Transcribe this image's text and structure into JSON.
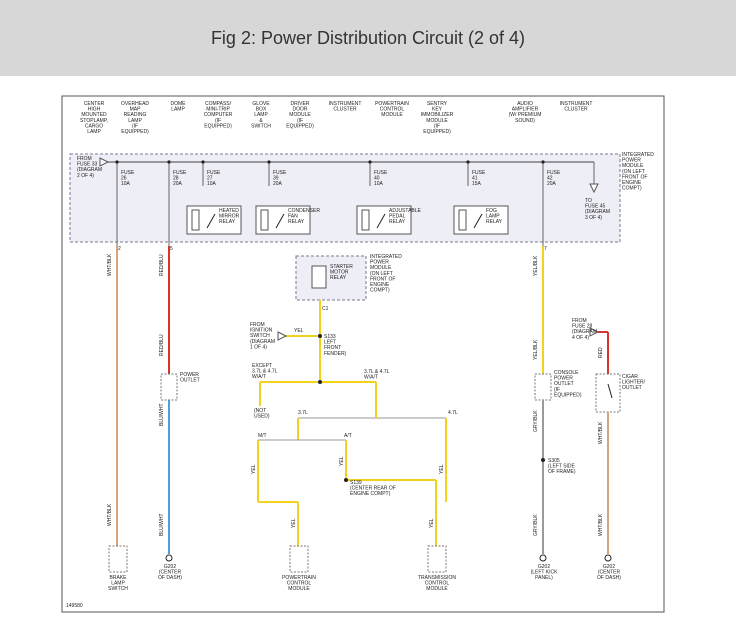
{
  "header": {
    "title": "Fig 2: Power Distribution Circuit (2 of 4)"
  },
  "colors": {
    "header_bg": "#d7d7d7",
    "wire_yellow": "#f2d21a",
    "wire_red": "#d9342b",
    "wire_tan": "#d8a37a",
    "wire_blue": "#4aa0d8",
    "wire_gray": "#9a9a9a",
    "wire_purple": "#b06ad0",
    "box_fill": "#eeeef6",
    "dash": "#7a7a90"
  },
  "top_labels": [
    {
      "id": "stoplamp",
      "lines": [
        "CENTER",
        "HIGH",
        "MOUNTED",
        "STOPLAMP,",
        "CARGO",
        "LAMP"
      ]
    },
    {
      "id": "overhead",
      "lines": [
        "OVERHEAD",
        "MAP",
        "READING",
        "LAMP",
        "(IF",
        "EQUIPPED)"
      ]
    },
    {
      "id": "dome",
      "lines": [
        "DOME",
        "LAMP"
      ]
    },
    {
      "id": "compass",
      "lines": [
        "COMPASS/",
        "MINI-TRIP",
        "COMPUTER",
        "(IF",
        "EQUIPPED)"
      ]
    },
    {
      "id": "glovebox",
      "lines": [
        "GLOVE",
        "BOX",
        "LAMP",
        "&",
        "SWITCH"
      ]
    },
    {
      "id": "driverdoor",
      "lines": [
        "DRIVER",
        "DOOR",
        "MODULE",
        "(IF",
        "EQUIPPED)"
      ]
    },
    {
      "id": "instcluster1",
      "lines": [
        "INSTRUMENT",
        "CLUSTER"
      ]
    },
    {
      "id": "pcm",
      "lines": [
        "POWERTRAIN",
        "CONTROL",
        "MODULE"
      ]
    },
    {
      "id": "sentry",
      "lines": [
        "SENTRY",
        "KEY",
        "IMMOBILIZER",
        "MODULE",
        "(IF",
        "EQUIPPED)"
      ]
    },
    {
      "id": "audio",
      "lines": [
        "AUDIO",
        "AMPLIFIER",
        "(W/ PREMIUM",
        "SOUND)"
      ]
    },
    {
      "id": "instcluster2",
      "lines": [
        "INSTRUMENT",
        "CLUSTER"
      ]
    }
  ],
  "ipm": {
    "from_fuse": [
      "FROM",
      "FUSE 33",
      "(DIAGRAM",
      "2 OF 4)"
    ],
    "label": [
      "INTEGRATED",
      "POWER",
      "MODULE",
      "(ON LEFT",
      "FRONT OF",
      "ENGINE",
      "COMPT)"
    ],
    "to_fuse": [
      "TO",
      "FUSE 45",
      "(DIAGRAM",
      "3 OF 4)"
    ]
  },
  "fuses": [
    {
      "name": "FUSE",
      "num": "26",
      "amp": "10A"
    },
    {
      "name": "FUSE",
      "num": "28",
      "amp": "20A"
    },
    {
      "name": "FUSE",
      "num": "27",
      "amp": "10A"
    },
    {
      "name": "FUSE",
      "num": "39",
      "amp": "20A"
    },
    {
      "name": "FUSE",
      "num": "40",
      "amp": "10A"
    },
    {
      "name": "FUSE",
      "num": "41",
      "amp": "15A"
    },
    {
      "name": "FUSE",
      "num": "42",
      "amp": "20A"
    }
  ],
  "relays": [
    {
      "id": "mirror",
      "lines": [
        "HEATED",
        "MIRROR",
        "RELAY"
      ]
    },
    {
      "id": "condenser",
      "lines": [
        "CONDENSER",
        "FAN",
        "RELAY"
      ]
    },
    {
      "id": "pedal",
      "lines": [
        "ADJUSTABLE",
        "PEDAL",
        "RELAY"
      ]
    },
    {
      "id": "fog",
      "lines": [
        "FOG",
        "LAMP",
        "RELAY"
      ]
    }
  ],
  "starter": {
    "relay": [
      "STARTER",
      "MOTOR",
      "RELAY"
    ],
    "ipm": [
      "INTEGRATED",
      "POWER",
      "MODULE",
      "(ON LEFT",
      "FRONT OF",
      "ENGINE",
      "COMPT)"
    ]
  },
  "ignition": {
    "from": [
      "FROM",
      "IGNITION",
      "SWITCH",
      "(DIAGRAM",
      "1 OF 4)"
    ],
    "wire": "YEL",
    "splice": [
      "S133",
      "LEFT",
      "FRONT",
      "FENDER)"
    ]
  },
  "middle": {
    "except": [
      "EXCEPT",
      "3.7L & 4.7L",
      "W/A/T"
    ],
    "w_at": [
      "3.7L & 4.7L",
      "W/A/T"
    ],
    "not_used": [
      "(NOT",
      "USED)"
    ],
    "l37": "3.7L",
    "l47": "4.7L",
    "mt": "M/T",
    "at": "A/T",
    "splice2": [
      "S139",
      "(CENTER REAR OF",
      "ENGINE COMPT)"
    ]
  },
  "wire_codes": {
    "tan": "WHT/BLK",
    "red": "RED/BLU",
    "yel": "YEL/BLK",
    "yel_short": "YEL",
    "blu": "BLU/WHT",
    "gry": "GRY/BLK",
    "red_right": "RED"
  },
  "grounds": {
    "g1": [
      "G202",
      "(CENTER",
      "OF DASH)"
    ],
    "g2": [
      "G202",
      "(LEFT KICK",
      "PANEL)"
    ],
    "g3": [
      "G202",
      "(CENTER",
      "OF DASH)"
    ],
    "s305": [
      "S305",
      "(LEFT SIDE",
      "OF FRAME)"
    ]
  },
  "components": {
    "brake": [
      "BRAKE",
      "LAMP",
      "SWITCH"
    ],
    "power_outlet": [
      "POWER",
      "OUTLET"
    ],
    "pcm_bottom": [
      "POWERTRAIN",
      "CONTROL",
      "MODULE"
    ],
    "tcm": [
      "TRANSMISSION",
      "CONTROL",
      "MODULE"
    ],
    "console": [
      "CONSOLE",
      "POWER",
      "OUTLET",
      "(IF",
      "EQUIPPED)"
    ],
    "cigar": [
      "CIGAR",
      "LIGHTER/",
      "OUTLET"
    ],
    "from_fuse28": [
      "FROM",
      "FUSE 28",
      "(DIAGRAM",
      "4 OF 4)"
    ]
  },
  "figure_id": "149580"
}
